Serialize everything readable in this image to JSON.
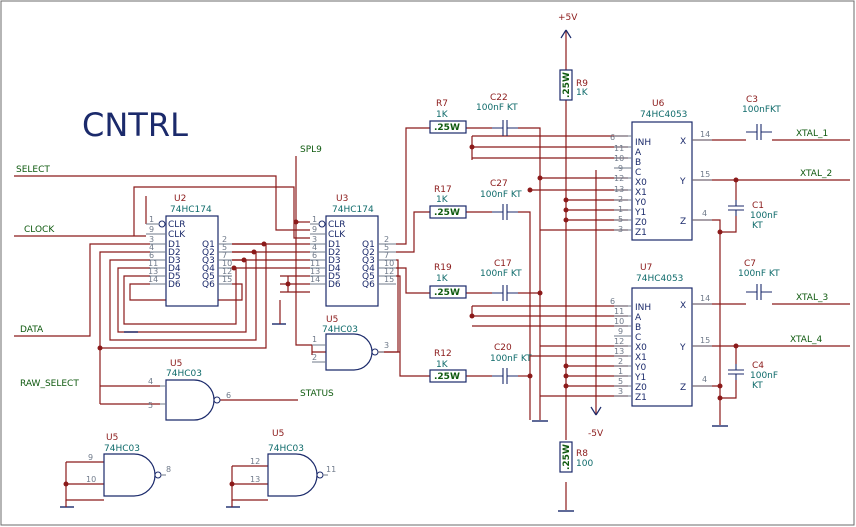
{
  "title": "CNTRL",
  "power": {
    "pos": "+5V",
    "neg": "-5V"
  },
  "nets": {
    "select": "SELECT",
    "clock": "CLOCK",
    "data": "DATA",
    "raw_select": "RAW_SELECT",
    "status": "STATUS",
    "spl9": "SPL9",
    "xtal_1": "XTAL_1",
    "xtal_2": "XTAL_2",
    "xtal_3": "XTAL_3",
    "xtal_4": "XTAL_4"
  },
  "resistor_marking": ".25W",
  "parts": {
    "u2": {
      "ref": "U2",
      "value": "74HC174"
    },
    "u3": {
      "ref": "U3",
      "value": "74HC174"
    },
    "u5a": {
      "ref": "U5",
      "value": "74HC03"
    },
    "u5b": {
      "ref": "U5",
      "value": "74HC03"
    },
    "u5c": {
      "ref": "U5",
      "value": "74HC03"
    },
    "u5d": {
      "ref": "U5",
      "value": "74HC03"
    },
    "u6": {
      "ref": "U6",
      "value": "74HC4053"
    },
    "u7": {
      "ref": "U7",
      "value": "74HC4053"
    },
    "r7": {
      "ref": "R7",
      "value": "1K"
    },
    "r17": {
      "ref": "R17",
      "value": "1K"
    },
    "r19": {
      "ref": "R19",
      "value": "1K"
    },
    "r12": {
      "ref": "R12",
      "value": "1K"
    },
    "r9": {
      "ref": "R9",
      "value": "1K"
    },
    "r8": {
      "ref": "R8",
      "value": "100"
    },
    "c22": {
      "ref": "C22",
      "value": "100nF KT"
    },
    "c27": {
      "ref": "C27",
      "value": "100nF KT"
    },
    "c17": {
      "ref": "C17",
      "value": "100nF KT"
    },
    "c20": {
      "ref": "C20",
      "value": "100nF KT"
    },
    "c3": {
      "ref": "C3",
      "value": "100nFKT"
    },
    "c1": {
      "ref": "C1",
      "value_1": "100nF",
      "value_2": "KT"
    },
    "c7": {
      "ref": "C7",
      "value": "100nF KT"
    },
    "c4": {
      "ref": "C4",
      "value_1": "100nF",
      "value_2": "KT"
    }
  },
  "pins": {
    "ff_left": [
      "CLR",
      "CLK",
      "D1",
      "D2",
      "D3",
      "D4",
      "D5",
      "D6"
    ],
    "ff_right": [
      "Q1",
      "Q2",
      "Q3",
      "Q4",
      "Q5",
      "Q6"
    ],
    "ff_left_num": [
      "1",
      "9",
      "3",
      "4",
      "6",
      "11",
      "13",
      "14"
    ],
    "ff_right_num": [
      "2",
      "5",
      "7",
      "10",
      "12",
      "15"
    ],
    "mux_left": [
      "INH",
      "A",
      "B",
      "C",
      "X0",
      "X1",
      "Y0",
      "Y1",
      "Z0",
      "Z1"
    ],
    "mux_left_num": [
      "6",
      "11",
      "10",
      "9",
      "12",
      "13",
      "2",
      "1",
      "5",
      "3"
    ],
    "mux_right": [
      "X",
      "Y",
      "Z"
    ],
    "mux_right_num": [
      "14",
      "15",
      "4"
    ],
    "gate_a": [
      "1",
      "2",
      "3"
    ],
    "gate_b": [
      "4",
      "5",
      "6"
    ],
    "gate_c": [
      "9",
      "10",
      "8"
    ],
    "gate_d": [
      "12",
      "13",
      "11"
    ]
  }
}
